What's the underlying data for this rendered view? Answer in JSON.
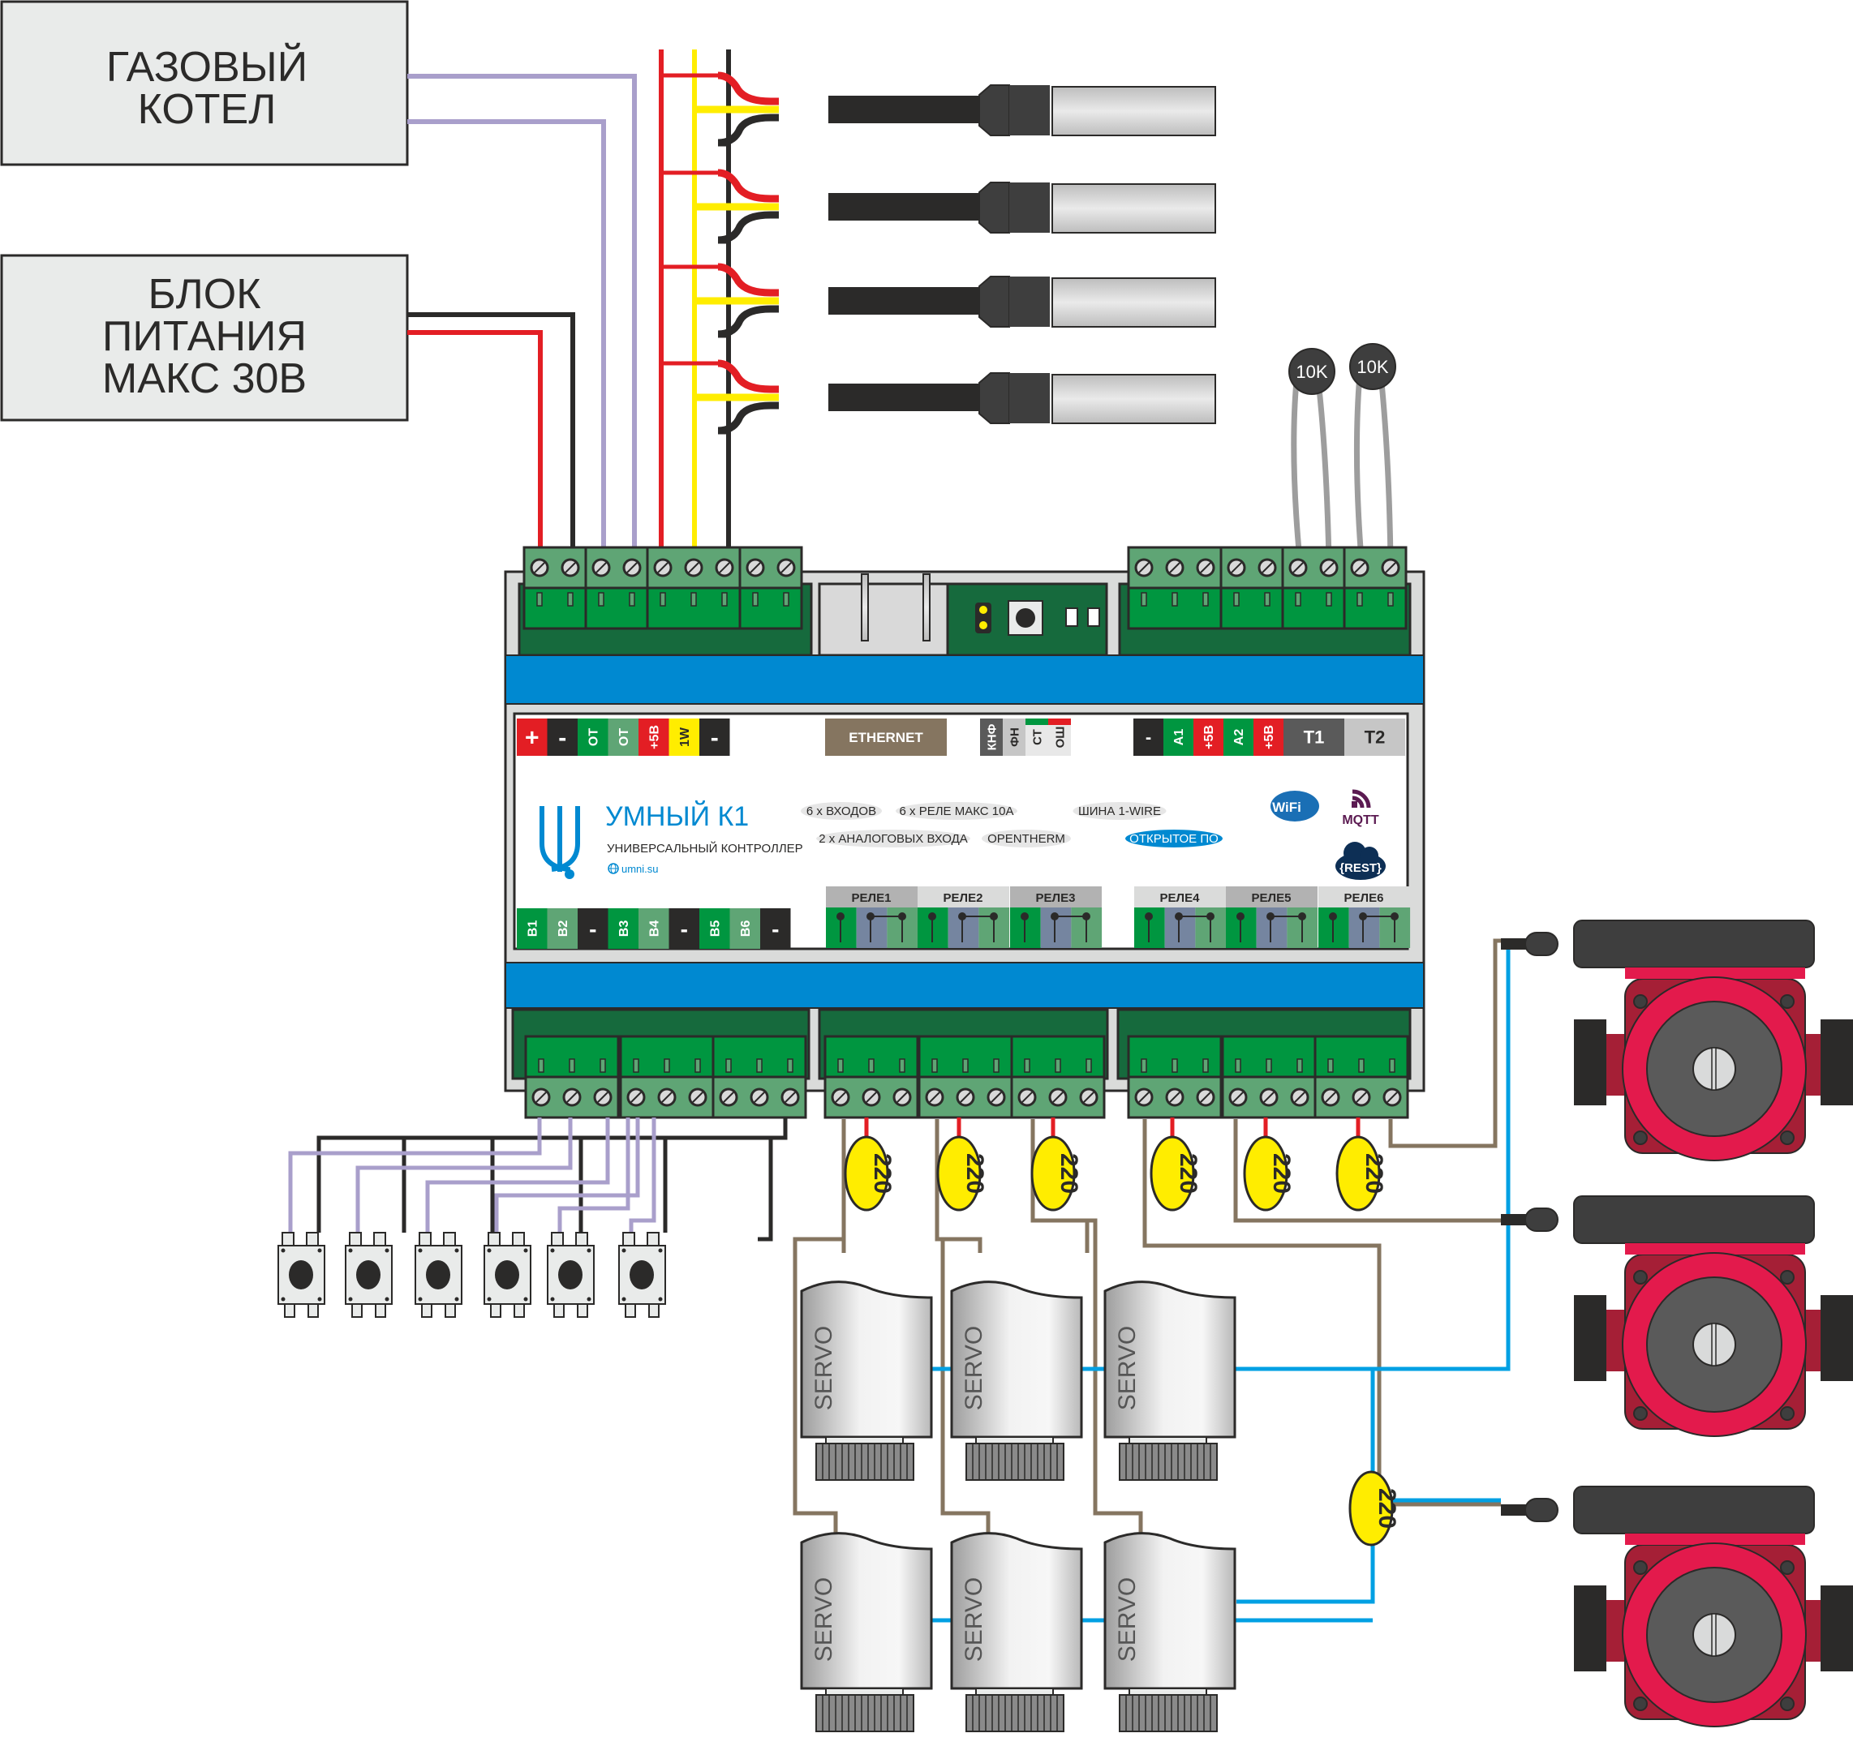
{
  "boxes": {
    "boiler": {
      "lines": [
        "ГАЗОВЫЙ",
        "КОТЕЛ"
      ]
    },
    "psu": {
      "lines": [
        "БЛОК",
        "ПИТАНИЯ",
        "МАКС 30В"
      ]
    }
  },
  "controller": {
    "brand": "УМНЫЙ К1",
    "subtitle": "УНИВЕРСАЛЬНЫЙ КОНТРОЛЛЕР",
    "website": "umni.su",
    "top_labels_left": [
      {
        "text": "+",
        "color": "#e31e24"
      },
      {
        "text": "-",
        "color": "#2b2a29"
      },
      {
        "text": "ОТ",
        "color": "#009640"
      },
      {
        "text": "ОТ",
        "color": "#5fa575"
      },
      {
        "text": "+5В",
        "color": "#e31e24"
      },
      {
        "text": "1W",
        "color": "#ffed00"
      },
      {
        "text": "-",
        "color": "#2b2a29"
      }
    ],
    "ethernet_label": "ETHERNET",
    "status_labels": [
      {
        "text": "КНФ",
        "color": "#5a5a5a"
      },
      {
        "text": "ФН",
        "color": "#c6c6c6"
      },
      {
        "text": "СТ",
        "color": "#e8e8e8",
        "accent": "#009640"
      },
      {
        "text": "ОШ",
        "color": "#e8e8e8",
        "accent": "#e31e24"
      }
    ],
    "top_labels_right": [
      {
        "text": "-",
        "color": "#2b2a29"
      },
      {
        "text": "A1",
        "color": "#009640"
      },
      {
        "text": "+5В",
        "color": "#e31e24"
      },
      {
        "text": "A2",
        "color": "#009640"
      },
      {
        "text": "+5В",
        "color": "#e31e24"
      },
      {
        "text": "T1",
        "color": "#5a5a5a"
      },
      {
        "text": "T2",
        "color": "#c6c6c6"
      }
    ],
    "features": [
      "6 x ВХОДОВ",
      "6 x РЕЛЕ МАКС 10А",
      "ШИНА 1-WIRE",
      "2 x АНАЛОГОВЫХ ВХОДА",
      "OPENTHERM",
      "ОТКРЫТОЕ ПО"
    ],
    "protocols": [
      "WiFi",
      "MQTT",
      "{REST}"
    ],
    "bottom_inputs": [
      {
        "text": "В1",
        "color": "#009640"
      },
      {
        "text": "В2",
        "color": "#5fa575"
      },
      {
        "text": "-",
        "color": "#2b2a29"
      },
      {
        "text": "В3",
        "color": "#009640"
      },
      {
        "text": "В4",
        "color": "#5fa575"
      },
      {
        "text": "-",
        "color": "#2b2a29"
      },
      {
        "text": "В5",
        "color": "#009640"
      },
      {
        "text": "В6",
        "color": "#5fa575"
      },
      {
        "text": "-",
        "color": "#2b2a29"
      }
    ],
    "relays": [
      "РЕЛЕ1",
      "РЕЛЕ2",
      "РЕЛЕ3",
      "РЕЛЕ4",
      "РЕЛЕ5",
      "РЕЛЕ6"
    ]
  },
  "thermistors": [
    "10K",
    "10K"
  ],
  "voltage_label": "220",
  "servo_label": "SERVO",
  "counts": {
    "temp_sensors": 4,
    "buttons": 6,
    "servos": 6,
    "pumps": 3,
    "relay_220_tags": 6
  },
  "colors": {
    "wire_red": "#e31e24",
    "wire_yellow": "#ffed00",
    "wire_black": "#2b2a29",
    "wire_violet": "#a99fcb",
    "wire_brown": "#857560",
    "wire_blue": "#00a0e3",
    "din_blue": "#0089d1",
    "pcb_green": "#166a3d",
    "terminal_green": "#5fa575",
    "pump_red": "#e31a4c"
  }
}
